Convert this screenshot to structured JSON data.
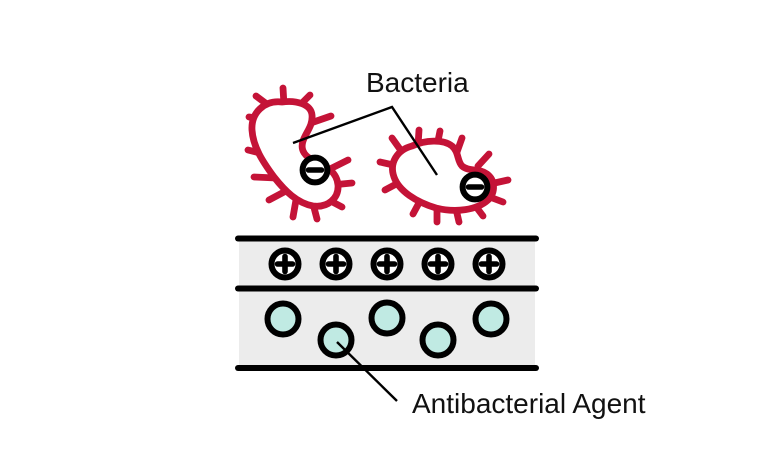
{
  "diagram": {
    "bacteria_label": "Bacteria",
    "agent_label": "Antibacterial Agent",
    "bacteria_count": 2,
    "positive_charge_count": 5,
    "agent_particle_count": 5,
    "bacteria_charge_symbol": "minus",
    "layer_charge_symbol": "plus",
    "colors": {
      "bacteria_outline": "#c41337",
      "agent_fill": "#c0eae3",
      "layer_fill": "#ececec",
      "ink": "#000000",
      "label_text": "#111111",
      "background": "#ffffff"
    }
  }
}
